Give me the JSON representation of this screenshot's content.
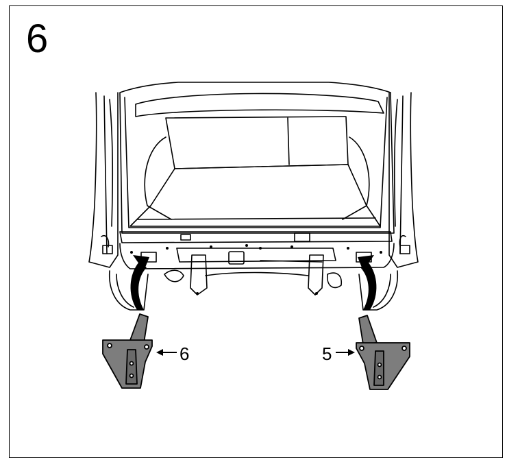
{
  "step": {
    "number": "6"
  },
  "callouts": {
    "right_bracket": "6",
    "left_bracket": "5"
  },
  "colors": {
    "line": "#000000",
    "bracket_fill": "#7d7d7d",
    "background": "#ffffff"
  }
}
